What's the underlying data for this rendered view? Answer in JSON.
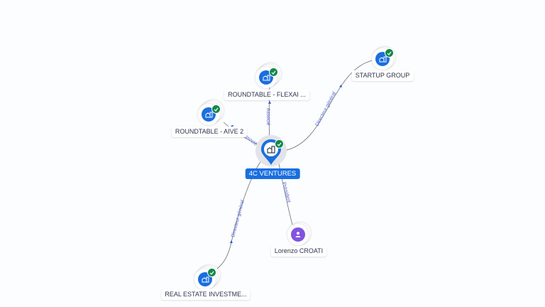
{
  "graph": {
    "colors": {
      "company": "#1a6fe0",
      "person": "#8153e0",
      "verified": "#14884a",
      "edge": "#6b6f7a",
      "edge_label": "#5a6ad0"
    },
    "center": {
      "id": "4c-ventures",
      "label": "4C VENTURES",
      "type": "company",
      "icon": "building-icon",
      "verified": true
    },
    "nodes": [
      {
        "id": "roundtable-flexai",
        "label": "ROUNDTABLE - FLEXAI ...",
        "type": "company",
        "icon": "building-icon",
        "verified": true
      },
      {
        "id": "roundtable-aive-2",
        "label": "ROUNDTABLE - AIVE 2",
        "type": "company",
        "icon": "building-icon",
        "verified": true
      },
      {
        "id": "startup-group",
        "label": "STARTUP GROUP",
        "type": "company",
        "icon": "building-icon",
        "verified": true
      },
      {
        "id": "lorenzo-croati",
        "label": "Lorenzo CROATI",
        "type": "person",
        "icon": "person-icon",
        "verified": false
      },
      {
        "id": "real-estate-investme",
        "label": "REAL ESTATE INVESTME...",
        "type": "company",
        "icon": "building-icon",
        "verified": true
      }
    ],
    "edges": [
      {
        "from": "4c-ventures",
        "to": "roundtable-flexai",
        "label": "Associé"
      },
      {
        "from": "4c-ventures",
        "to": "roundtable-aive-2",
        "label": "Associé"
      },
      {
        "from": "4c-ventures",
        "to": "startup-group",
        "label": "Directeur général"
      },
      {
        "from": "4c-ventures",
        "to": "lorenzo-croati",
        "label": "Président"
      },
      {
        "from": "4c-ventures",
        "to": "real-estate-investme",
        "label": "Directeur général"
      }
    ]
  }
}
